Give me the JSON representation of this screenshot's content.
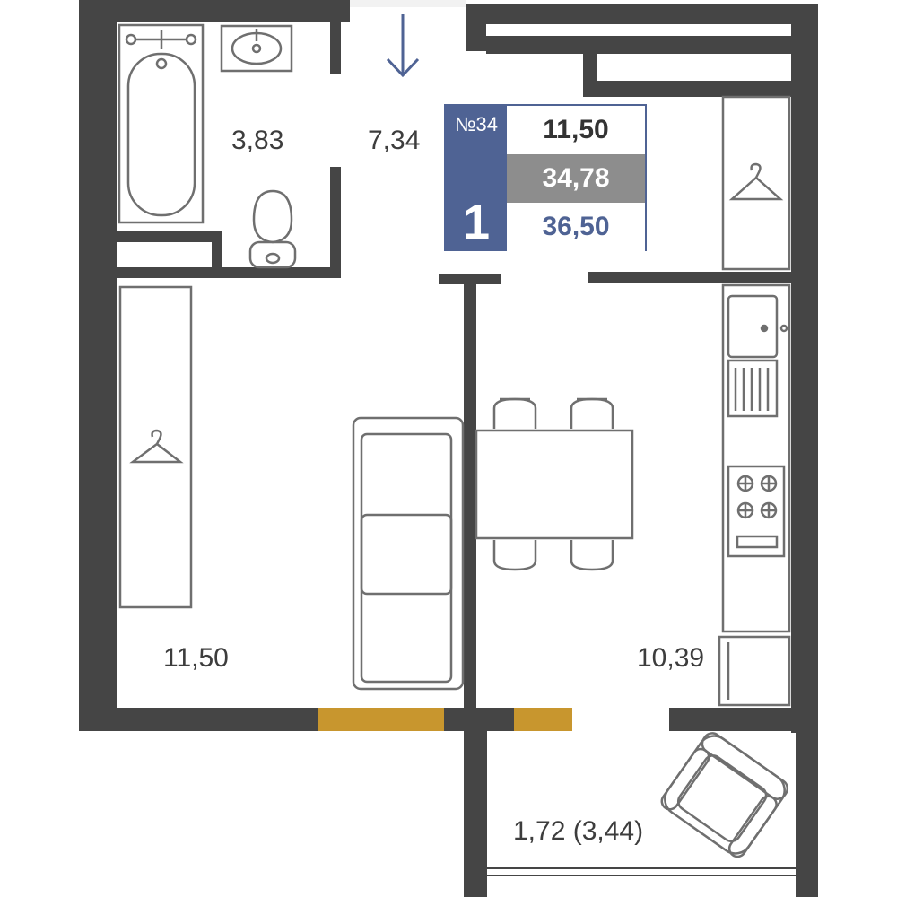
{
  "plan": {
    "rooms": {
      "bathroom_area": "3,83",
      "hallway_area": "7,34",
      "living_room_area": "11,50",
      "kitchen_area": "10,39",
      "balcony_area": "1,72 (3,44)"
    },
    "info_box": {
      "apartment_number": "№34",
      "rooms_count": "1",
      "living_area": "11,50",
      "total_area": "34,78",
      "total_with_balcony": "36,50"
    },
    "colors": {
      "wall": "#454545",
      "accent": "#4f6394",
      "window": "#c8962e",
      "furniture_stroke": "#6f6f6f",
      "label_text": "#3d3d3d"
    },
    "icons": [
      "entrance-arrow-icon",
      "hanger-icon",
      "bathtub-icon",
      "sink-icon",
      "toilet-icon",
      "sofa-icon",
      "dining-table-icon",
      "kitchen-sink-icon",
      "stove-icon",
      "fridge-icon",
      "armchair-icon"
    ]
  }
}
